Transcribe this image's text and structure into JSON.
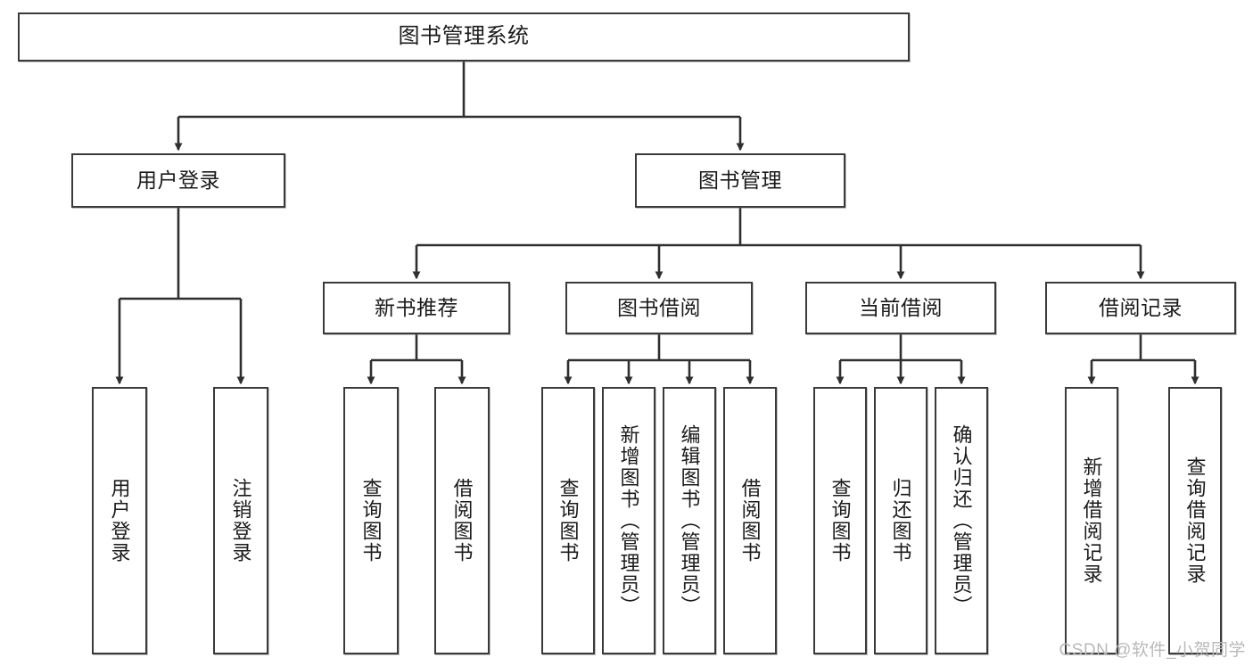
{
  "diagram": {
    "title": "图书管理系统",
    "type": "tree-hierarchy-diagram",
    "colors": {
      "box_border": "#3a3a3a",
      "box_fill": "#ffffff",
      "edge": "#2f2f2f",
      "text": "#1b1b1b",
      "watermark": "#b9b9b9",
      "background": "#ffffff"
    },
    "root": {
      "label": "图书管理系统"
    },
    "level2": [
      {
        "label": "用户登录"
      },
      {
        "label": "图书管理"
      }
    ],
    "level3": [
      {
        "label": "新书推荐"
      },
      {
        "label": "图书借阅"
      },
      {
        "label": "当前借阅"
      },
      {
        "label": "借阅记录"
      }
    ],
    "leaves": {
      "user_login": [
        {
          "label": "用户登录"
        },
        {
          "label": "注销登录"
        }
      ],
      "new_book_recommend": [
        {
          "label": "查询图书"
        },
        {
          "label": "借阅图书"
        }
      ],
      "book_borrow": [
        {
          "label": "查询图书"
        },
        {
          "label": "新增图书（管理员）"
        },
        {
          "label": "编辑图书（管理员）"
        },
        {
          "label": "借阅图书"
        }
      ],
      "current_borrow": [
        {
          "label": "查询图书"
        },
        {
          "label": "归还图书"
        },
        {
          "label": "确认归还（管理员）"
        }
      ],
      "borrow_record": [
        {
          "label": "新增借阅记录"
        },
        {
          "label": "查询借阅记录"
        }
      ]
    },
    "watermark": "CSDN @软件_小贺同学"
  }
}
